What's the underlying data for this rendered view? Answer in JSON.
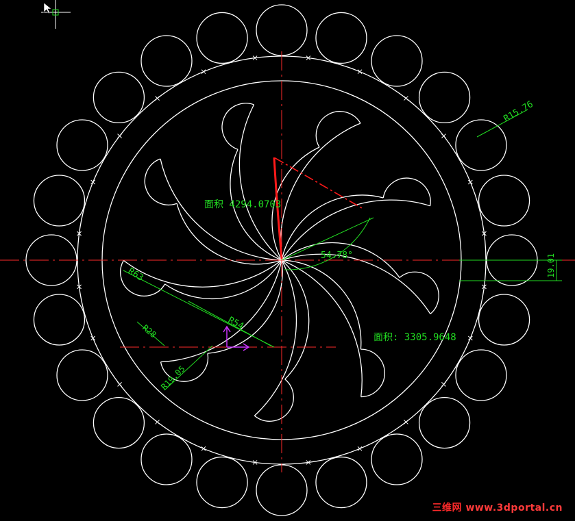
{
  "colors": {
    "background": "#000000",
    "geometry": "#ffffff",
    "centerline": "#ff2a2a",
    "dimension": "#22dd22",
    "ucs": "#cc33ff",
    "highlight": "#ff1a1a"
  },
  "drawing": {
    "outer_bead_count": 24,
    "petal_count": 9
  },
  "dimensions": {
    "area_upper": "面积 4294.0703",
    "area_lower": "面积: 3305.9648",
    "angle": "54.78°",
    "radius_bead": "R15.76",
    "radius_r63": "R63",
    "radius_r54": "R54",
    "radius_r28": "R28",
    "radius_r19": "R19.05",
    "linear_h": "19.01"
  },
  "ui": {
    "cursor_icon": "crosshair-cursor-icon",
    "watermark_cn": "三维网",
    "watermark_url": "www.3dportal.cn"
  }
}
